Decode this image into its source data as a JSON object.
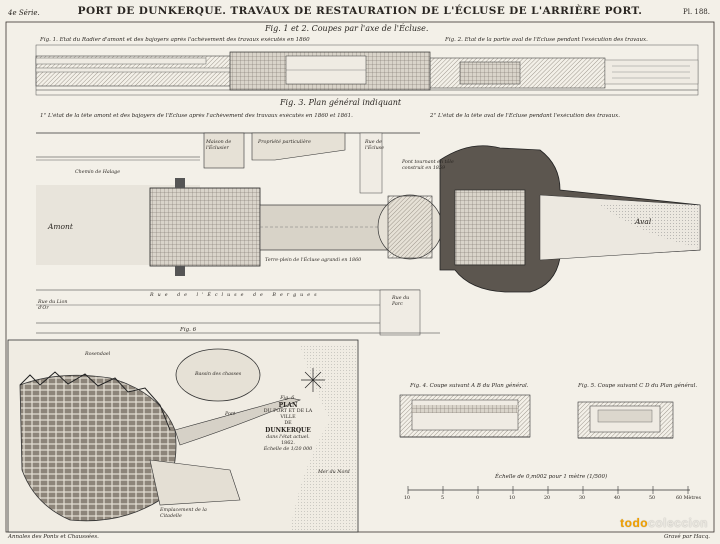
{
  "header": {
    "series": "4e Série.",
    "title": "PORT DE DUNKERQUE.   TRAVAUX DE RESTAURATION DE L'ÉCLUSE DE L'ARRIÈRE PORT.",
    "plate": "Pl. 188."
  },
  "fig12": {
    "caption": "Fig. 1 et 2. Coupes par l'axe de l'Écluse.",
    "fig1_label": "Fig. 1. État du Radier d'amont et des bajoyers après l'achèvement des travaux exécutés en 1860 et 1861.",
    "fig2_label": "Fig. 2. État de la partie aval de l'Écluse pendant l'exécution des travaux."
  },
  "fig3": {
    "caption": "Fig. 3. Plan général indiquant",
    "left_note": "1° L'état de la tête amont et des bajoyers de l'Écluse après l'achèvement des travaux exécutés en 1860 et 1861.",
    "right_note": "2° L'état de la tête aval de l'Écluse pendant l'exécution des travaux.",
    "amont": "Amont",
    "aval": "Aval",
    "chemin": "Chemin de Halage",
    "propriete": "Propriété particulière",
    "maison": "Maison de l'Éclusier",
    "rue_ecluse": "Rue de l'Écluse",
    "rue_bergues": "Rue de l'Écluse de Bergues",
    "rue_parc": "Rue du Parc",
    "rue_lion": "Rue du Lion d'Or",
    "pont": "Pont tournant en tôle construit en 1859",
    "terre_plein": "Terre-plein de l'Écluse agrandi en 1860",
    "fig6_mark": "Fig. 6"
  },
  "map": {
    "title_fig": "Fig. 6.",
    "title_line1": "PLAN",
    "title_line2": "DU PORT ET DE LA VILLE",
    "title_line3": "DE",
    "title_line4": "DUNKERQUE",
    "title_line5": "dans l'état actuel.",
    "title_year": "1862.",
    "scale_note": "Échelle de 1/20 000",
    "bassin": "Bassin des chasses",
    "rosbendael": "Rosendael",
    "mer": "Mer du Nord",
    "port": "Port",
    "emplacement": "Emplacement de la Citadelle"
  },
  "fig4": {
    "caption": "Fig. 4. Coupe suivant A B du Plan général."
  },
  "fig5": {
    "caption": "Fig. 5. Coupe suivant C D du Plan général."
  },
  "scale": {
    "caption": "Échelle de 0,m002 pour 1 mètre (1/500)",
    "ticks": [
      "10",
      "5",
      "0",
      "10",
      "20",
      "30",
      "40",
      "50",
      "60 Mètres"
    ]
  },
  "footer": {
    "left": "Annales des Ponts et Chaussées.",
    "right": "Gravé par Hacq."
  },
  "watermark": {
    "prefix": "todo",
    "suffix": "coleccion"
  }
}
